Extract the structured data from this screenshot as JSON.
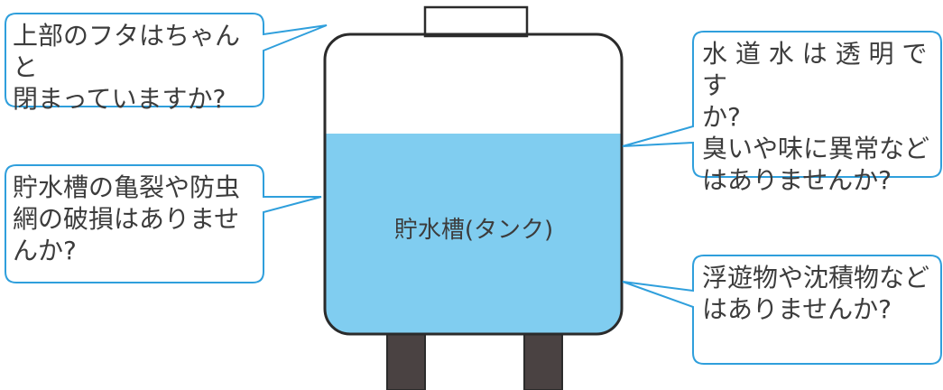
{
  "tank": {
    "label": "貯水槽(タンク)"
  },
  "callouts": {
    "lid": "上部のフタはちゃんと\n閉まっていますか?",
    "crack": "貯水槽の亀裂や防虫\n網の破損はありませ\nんか?",
    "clear": "水 道 水 は 透 明 で す\nか?\n臭いや味に異常など\nはありませんか?",
    "sediment": "浮遊物や沈積物など\nはありませんか?"
  },
  "colors": {
    "water": "#80cdf0",
    "callout_border": "#2f9fdc",
    "outline": "#2b2b2b",
    "legs": "#4a4242"
  }
}
